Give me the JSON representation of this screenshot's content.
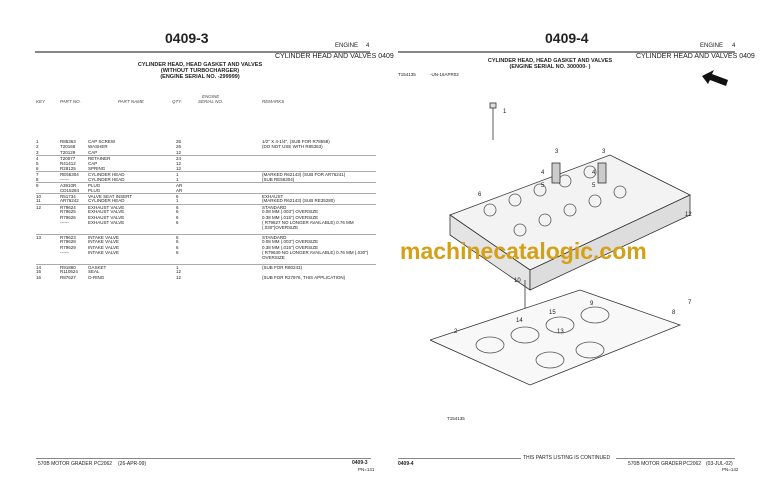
{
  "left_page": {
    "page_number": "0409-3",
    "section": "ENGINE",
    "section_no": "4",
    "group": "CYLINDER HEAD AND VALVES 0409",
    "title_lines": [
      "CYLINDER HEAD, HEAD GASKET AND VALVES",
      "(WITHOUT TURBOCHARGER)",
      "(ENGINE SERIAL NO.       -299999)"
    ],
    "columns": {
      "key": "KEY",
      "part_no": "PART NO.",
      "part_name": "PART NAME",
      "qty": "QTY.",
      "serial_1": "ENGINE",
      "serial_2": "SERIAL NO.",
      "remarks": "REMARKS"
    },
    "rows": [
      {
        "key": "1",
        "part": "R85363",
        "name": "CAP SCREW",
        "qty": "26",
        "remarks": "1/2\" X 4-1/4\", (SUB FOR R78558)"
      },
      {
        "key": "2",
        "part": "T20168",
        "name": "WASHER",
        "qty": "26",
        "remarks": "(DO NOT USE WITH R85363)"
      },
      {
        "key": "3",
        "part": "T20129",
        "name": "CAP",
        "qty": "12",
        "remarks": ""
      },
      {
        "key": "4",
        "part": "T20077",
        "name": "RETAINER",
        "qty": "24",
        "remarks": ""
      },
      {
        "key": "5",
        "part": "R41412",
        "name": "CAP",
        "qty": "12",
        "remarks": ""
      },
      {
        "key": "6",
        "part": "R28125",
        "name": "SPRING",
        "qty": "12",
        "remarks": ""
      },
      {
        "key": "7",
        "part": "RE56304",
        "name": "CYLINDER HEAD",
        "qty": "1",
        "remarks": "(MARKED R62143) (SUB FOR AR76241)"
      },
      {
        "key": "8",
        "part": "------",
        "name": "CYLINDER HEAD",
        "qty": "1",
        "remarks": "(SUB RE56304)"
      },
      {
        "key": "9",
        "part": "A3910R",
        "name": "PLUG",
        "qty": "AR",
        "remarks": ""
      },
      {
        "key": "",
        "part": "CD15284",
        "name": "PLUG",
        "qty": "AR",
        "remarks": ""
      },
      {
        "key": "10",
        "part": "R51734",
        "name": "VALVE SEAT INSERT",
        "qty": "6",
        "remarks": "EXHAUST"
      },
      {
        "key": "11",
        "part": "AR76242",
        "name": "CYLINDER HEAD",
        "qty": "1",
        "remarks": "(MARKED R62143) (SUB RE35280)"
      },
      {
        "key": "12",
        "part": "R79624",
        "name": "EXHAUST VALVE",
        "qty": "6",
        "remarks": "STANDARD"
      },
      {
        "key": "",
        "part": "R79625",
        "name": "EXHAUST VALVE",
        "qty": "6",
        "remarks": "0.08 MM (.003\") OVERSIZE"
      },
      {
        "key": "",
        "part": "R79626",
        "name": "EXHAUST VALVE",
        "qty": "6",
        "remarks": "0.38 MM (.015\") OVERSIZE"
      },
      {
        "key": "",
        "part": "------",
        "name": "EXHAUST VALVE",
        "qty": "6",
        "remarks": "( R79627 NO LONGER AVAILABLE) 0.76 MM"
      },
      {
        "key": "",
        "part": "",
        "name": "",
        "qty": "",
        "remarks": "  (.030\")OVERSIZE"
      },
      {
        "key": "13",
        "part": "R79623",
        "name": "INTAKE VALVE",
        "qty": "6",
        "remarks": "STANDARD"
      },
      {
        "key": "",
        "part": "R79628",
        "name": "INTAKE VALVE",
        "qty": "6",
        "remarks": "0.08 MM (.003\") OVERSIZE"
      },
      {
        "key": "",
        "part": "R79629",
        "name": "INTAKE VALVE",
        "qty": "6",
        "remarks": "0.38 MM (.015\") OVERSIZE"
      },
      {
        "key": "",
        "part": "------",
        "name": "INTAKE VALVE",
        "qty": "6",
        "remarks": "( R79630 NO LONGER AVAILABLE) 0.76 MM (.030\")"
      },
      {
        "key": "",
        "part": "",
        "name": "",
        "qty": "",
        "remarks": "  OVERSIZE"
      },
      {
        "key": "14",
        "part": "R91880",
        "name": "GASKET",
        "qty": "1",
        "remarks": "(SUB FOR R80243)"
      },
      {
        "key": "15",
        "part": "R110524",
        "name": "SEAL",
        "qty": "12",
        "remarks": ""
      },
      {
        "key": "16",
        "part": "R87627",
        "name": "O-RING",
        "qty": "12",
        "remarks": "(SUB FOR R27976, THIS APPLICATION)"
      }
    ],
    "footer": {
      "model": "570B MOTOR GRADER",
      "catalog": "PC2062",
      "date": "(26-APR-99)",
      "page": "0409-3",
      "sub": "PN=141"
    }
  },
  "right_page": {
    "page_number": "0409-4",
    "section": "ENGINE",
    "section_no": "4",
    "group": "CYLINDER HEAD AND VALVES 0409",
    "title_lines": [
      "CYLINDER HEAD, HEAD GASKET AND VALVES",
      "(ENGINE SERIAL NO. 300000-       )"
    ],
    "figure_id": "T154135",
    "figure_code": "-UN-16APR02",
    "figure_caption": "T154135",
    "callouts": [
      "1",
      "3",
      "3",
      "4",
      "4",
      "5",
      "5",
      "6",
      "12",
      "10",
      "9",
      "7",
      "8",
      "15",
      "14",
      "13",
      "2"
    ],
    "continued": "THIS PARTS LISTING IS CONTINUED",
    "footer": {
      "page": "0409-4",
      "model": "570B MOTOR GRADER",
      "catalog": "PC2062",
      "date": "(03-JUL-02)",
      "sub": "PN=142"
    }
  },
  "watermark": "machinecatalogic.com",
  "colors": {
    "watermark": "#d4a017",
    "rule": "#888888"
  }
}
